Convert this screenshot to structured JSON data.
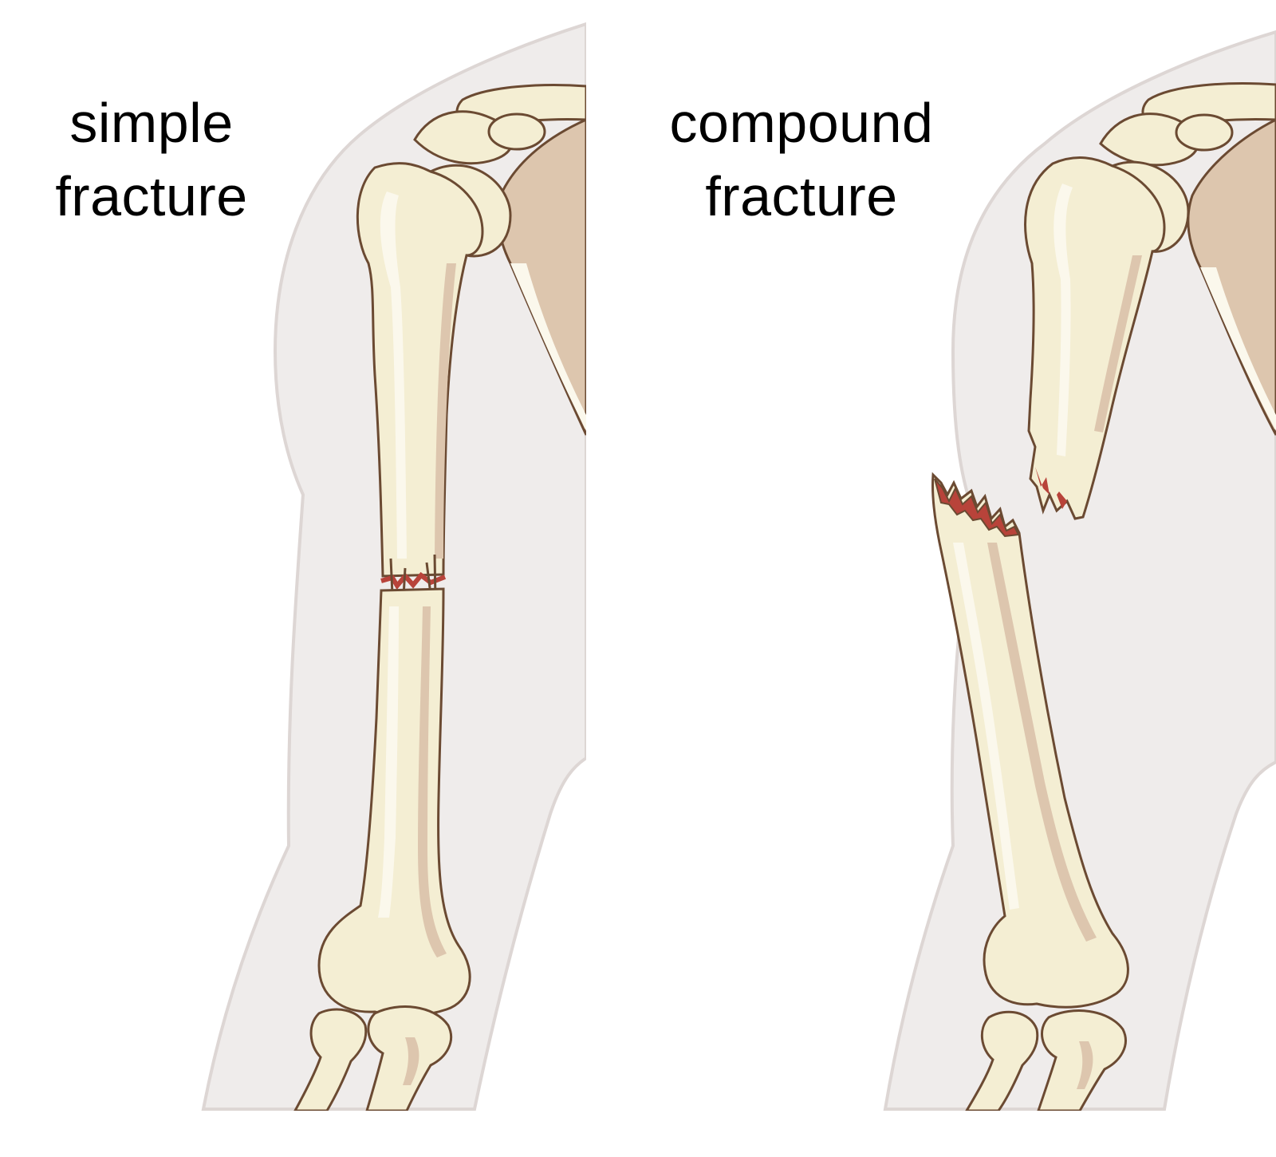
{
  "panels": [
    {
      "id": "simple",
      "caption_line1": "simple",
      "caption_line2": "fracture"
    },
    {
      "id": "compound",
      "caption_line1": "compound",
      "caption_line2": "fracture"
    }
  ],
  "colors": {
    "skin": "#efeceb",
    "skin_outline": "#ddd6d4",
    "bone": "#f4eed3",
    "bone_highlight": "#fbf8ec",
    "bone_shadow": "#ddc6ae",
    "bone_outline": "#6b4a32",
    "fracture": "#b8433a"
  }
}
